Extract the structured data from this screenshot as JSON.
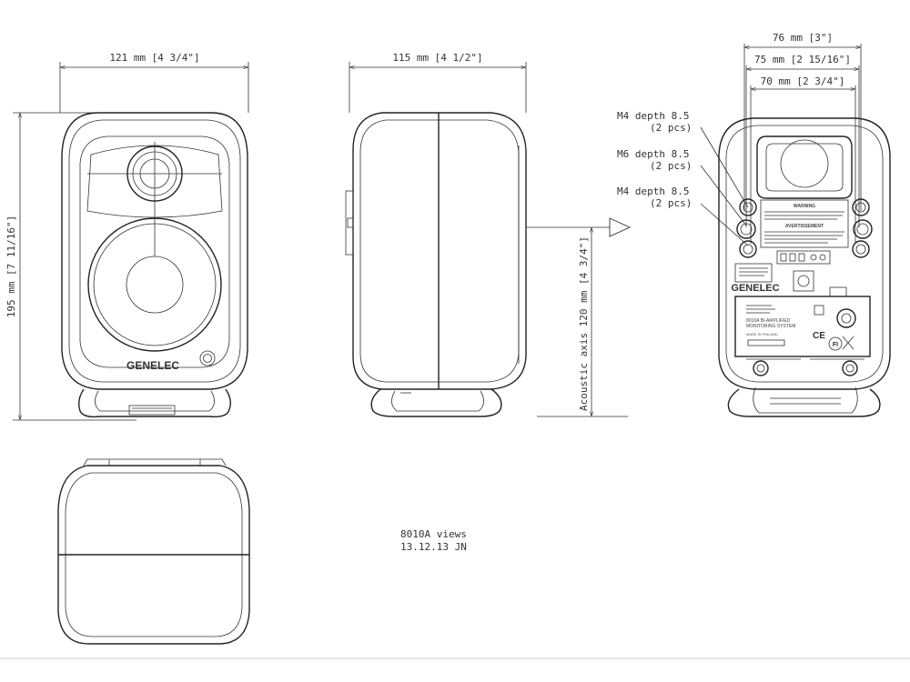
{
  "dimensions": {
    "front_width": "121 mm [4 3/4\"]",
    "side_width": "115 mm [4 1/2\"]",
    "height": "195 mm [7 11/16\"]",
    "acoustic_axis": "Acoustic axis 120 mm [4 3/4\"]",
    "rear_76": "76 mm [3\"]",
    "rear_75": "75 mm [2 15/16\"]",
    "rear_70": "70 mm [2 3/4\"]"
  },
  "mounts": [
    {
      "line1": "M4 depth 8.5",
      "line2": "(2 pcs)"
    },
    {
      "line1": "M6 depth 8.5",
      "line2": "(2 pcs)"
    },
    {
      "line1": "M4 depth 8.5",
      "line2": "(2 pcs)"
    }
  ],
  "brand": {
    "front": "GENELEC",
    "rear": "GENELEC"
  },
  "rear_label": {
    "warning_title": "WARNING",
    "warning_fr": "AVERTISSEMENT",
    "model_line1": "8010A BI-AMPLIFIED",
    "model_line2": "MONITORING SYSTEM",
    "made_in": "MADE IN FINLAND",
    "ce": "CE",
    "fi": "FI"
  },
  "caption": {
    "line1": "8010A views",
    "line2": "13.12.13 JN"
  }
}
